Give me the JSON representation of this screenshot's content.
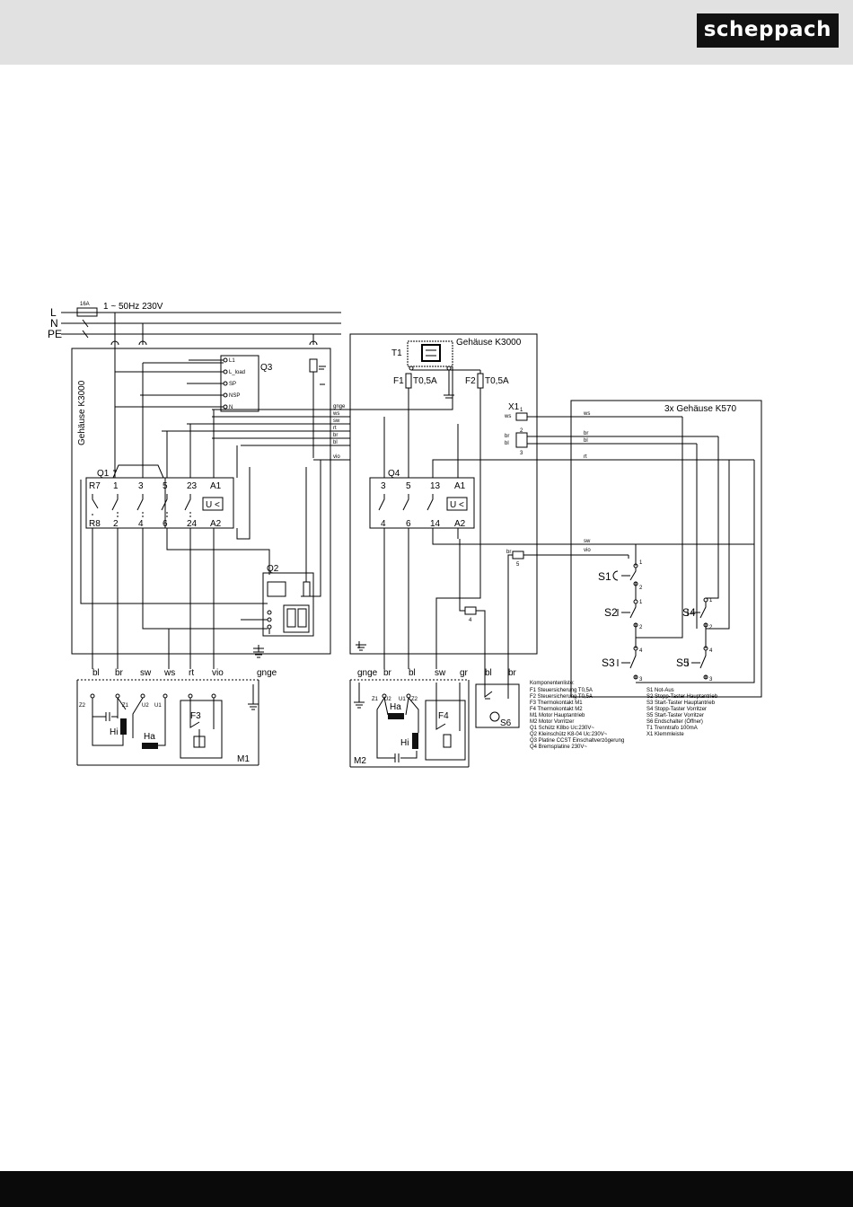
{
  "brand": {
    "logo_text": "scheppach"
  },
  "mains": {
    "lines": [
      "L",
      "N",
      "PE"
    ],
    "fuse": "16A",
    "supply": "1 ~ 50Hz 230V"
  },
  "housings": {
    "left": "Gehäuse K3000",
    "middle": "Gehäuse K3000",
    "right": "3x Gehäuse K570"
  },
  "components": {
    "q1": {
      "name": "Q1",
      "top_pins": [
        "R7",
        "1",
        "3",
        "5",
        "23",
        "A1"
      ],
      "bottom_pins": [
        "R8",
        "2",
        "4",
        "6",
        "24",
        "A2"
      ],
      "coil": "U <"
    },
    "q3": {
      "name": "Q3",
      "pins": [
        "L1",
        "L_load",
        "SP",
        "NSP",
        "N"
      ]
    },
    "q2": {
      "name": "Q2"
    },
    "q4": {
      "name": "Q4",
      "top_pins": [
        "3",
        "5",
        "13",
        "A1"
      ],
      "bottom_pins": [
        "4",
        "6",
        "14",
        "A2"
      ],
      "coil": "U <"
    },
    "t1": {
      "name": "T1"
    },
    "f1": {
      "name": "F1",
      "value": "T0,5A"
    },
    "f2": {
      "name": "F2",
      "value": "T0,5A"
    },
    "x1": {
      "name": "X1"
    },
    "m1": {
      "name": "M1",
      "terminals": [
        "Z2",
        "Z1",
        "U2",
        "U1"
      ],
      "hi": "Hi",
      "ha": "Ha",
      "f3": "F3"
    },
    "m2": {
      "name": "M2",
      "terminals": [
        "Z1",
        "U2",
        "U1",
        "Z2"
      ],
      "hi": "Hi",
      "ha": "Ha",
      "f4": "F4"
    },
    "s6": {
      "name": "S6"
    },
    "switches": [
      "S1",
      "S2",
      "S3",
      "S4",
      "S5"
    ]
  },
  "wires": {
    "left_bus": [
      "gnge",
      "ws",
      "sw",
      "rt",
      "br",
      "bl",
      "vio"
    ],
    "right_bus": [
      "ws",
      "br",
      "bl",
      "rt",
      "sw",
      "vio"
    ],
    "x1_labels": [
      "ws",
      "br",
      "bl",
      "br"
    ],
    "x1_numbers": [
      "1",
      "2",
      "3",
      "5",
      "4"
    ],
    "m1_colors": [
      "bl",
      "br",
      "sw",
      "ws",
      "rt",
      "vio",
      "gnge"
    ],
    "m2_colors": [
      "gnge",
      "br",
      "bl",
      "sw",
      "gr",
      "bl",
      "br"
    ],
    "switch_numbers": [
      "1",
      "2",
      "1",
      "2",
      "4",
      "3",
      "1",
      "2",
      "4",
      "3"
    ]
  },
  "legend": {
    "title": "Komponentenliste:",
    "left": [
      "F1  Steuersicherung T0,5A",
      "F2  Steuersicherung T0,5A",
      "F3  Thermokontakt M1",
      "F4  Thermokontakt M2",
      "M1  Motor Hauptantrieb",
      "M2  Motor Vorritzer",
      "Q1  Schütz K8bo Uc:230V~",
      "Q2  Kleinschütz K8-04 Uc:230V~",
      "Q3  Platine CCST Einschaltverzögerung",
      "Q4  Bremsplatine 230V~"
    ],
    "right": [
      "S1  Not-Aus",
      "S2  Stopp-Taster Hauptantrieb",
      "S3  Start-Taster Hauptantrieb",
      "S4  Stopp-Taster Vorritzer",
      "S5  Start-Taster Vorritzer",
      "S6  Endschalter (Öffner)",
      "T1  Trenntrafo 100mA",
      "X1  Klemmleiste"
    ]
  }
}
